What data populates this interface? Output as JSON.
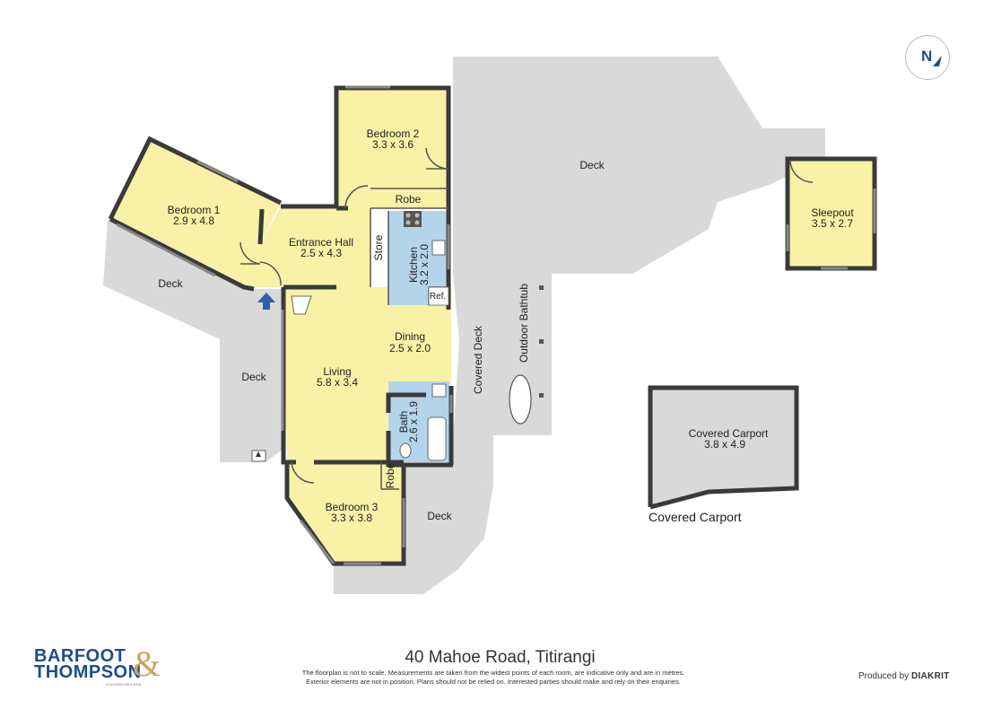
{
  "rooms": {
    "bedroom1": {
      "name": "Bedroom 1",
      "size": "2.9 x 4.8"
    },
    "bedroom2": {
      "name": "Bedroom 2",
      "size": "3.3 x 3.6"
    },
    "bedroom3": {
      "name": "Bedroom 3",
      "size": "3.3 x 3.8"
    },
    "entrance": {
      "name": "Entrance Hall",
      "size": "2.5 x 4.3"
    },
    "kitchen": {
      "name": "Kitchen",
      "size": "3.2 x 2.0"
    },
    "dining": {
      "name": "Dining",
      "size": "2.5 x 2.0"
    },
    "living": {
      "name": "Living",
      "size": "5.8 x 3.4"
    },
    "bath": {
      "name": "Bath",
      "size": "2.6 x 1.9"
    },
    "sleepout": {
      "name": "Sleepout",
      "size": "3.5 x 2.7"
    },
    "carport": {
      "name": "Covered Carport",
      "size": "3.8 x 4.9"
    }
  },
  "labels": {
    "robe": "Robe",
    "store": "Store",
    "ref": "Ref.",
    "deck": "Deck",
    "covered_deck": "Covered Deck",
    "outdoor_bathtub": "Outdoor Bathtub",
    "covered_carport": "Covered Carport"
  },
  "footer": {
    "address": "40 Mahoe Road, Titirangi",
    "disclaimer_line1": "The floorplan is not to scale. Measurements are taken from the widest points of each room, are indicative only and are in metres.",
    "disclaimer_line2": "Exterior elements are not in position. Plans should not be relied on. Interested parties should make and rely on their enquiries.",
    "produced_by": "Produced by",
    "producer": "DIAKRIT",
    "brand_line1": "BARFOOT",
    "brand_line2": "THOMPSON",
    "brand_amp": "&",
    "brand_tag": "LICENSED REA 2008"
  },
  "compass": {
    "label": "N"
  },
  "colors": {
    "room_fill": "#f9f1a5",
    "wet_fill": "#b4d4ea",
    "deck_fill": "#d9d9d9",
    "wall": "#3a3a3a",
    "arrow": "#2b5fa8"
  }
}
